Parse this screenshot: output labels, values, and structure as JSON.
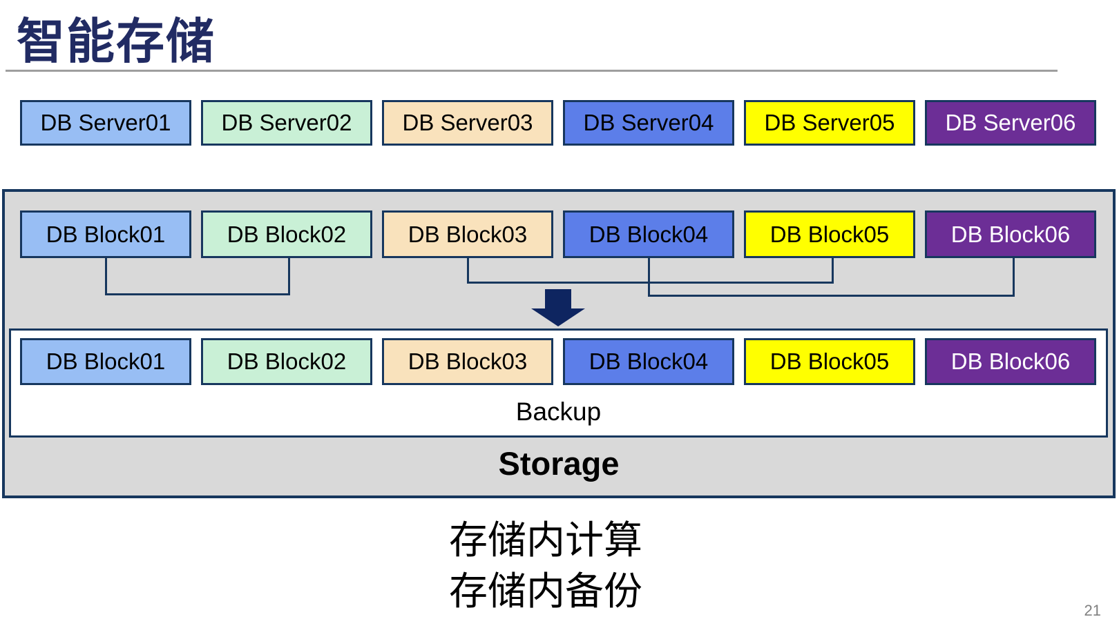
{
  "slide": {
    "title": "智能存储",
    "backup_label": "Backup",
    "storage_label": "Storage",
    "caption_lines": [
      "存储内计算",
      "存储内备份"
    ],
    "page_number": "21"
  },
  "colors": {
    "title": "#212B63",
    "shape_border": "#17375E",
    "arrow": "#0E2560",
    "container_fill": "#D9D9D9",
    "rule": "#9E9E9E",
    "page_number": "#808080"
  },
  "server_row": {
    "items": [
      {
        "name": "db-server01-box",
        "label": "DB Server01",
        "fill": "#98BEF4",
        "text": "#000000"
      },
      {
        "name": "db-server02-box",
        "label": "DB Server02",
        "fill": "#C9F0D6",
        "text": "#000000"
      },
      {
        "name": "db-server03-box",
        "label": "DB Server03",
        "fill": "#F9E2BC",
        "text": "#000000"
      },
      {
        "name": "db-server04-box",
        "label": "DB Server04",
        "fill": "#5C7EE9",
        "text": "#000000"
      },
      {
        "name": "db-server05-box",
        "label": "DB Server05",
        "fill": "#FFFF00",
        "text": "#000000"
      },
      {
        "name": "db-server06-box",
        "label": "DB Server06",
        "fill": "#6C2E96",
        "text": "#FFFFFF"
      }
    ]
  },
  "block_row_top": {
    "items": [
      {
        "name": "db-block01-source-box",
        "label": "DB Block01",
        "fill": "#98BEF4",
        "text": "#000000"
      },
      {
        "name": "db-block02-source-box",
        "label": "DB Block02",
        "fill": "#C9F0D6",
        "text": "#000000"
      },
      {
        "name": "db-block03-source-box",
        "label": "DB Block03",
        "fill": "#F9E2BC",
        "text": "#000000"
      },
      {
        "name": "db-block04-source-box",
        "label": "DB Block04",
        "fill": "#5C7EE9",
        "text": "#000000"
      },
      {
        "name": "db-block05-source-box",
        "label": "DB Block05",
        "fill": "#FFFF00",
        "text": "#000000"
      },
      {
        "name": "db-block06-source-box",
        "label": "DB Block06",
        "fill": "#6C2E96",
        "text": "#FFFFFF"
      }
    ]
  },
  "block_row_bottom": {
    "items": [
      {
        "name": "db-block01-backup-box",
        "label": "DB Block01",
        "fill": "#98BEF4",
        "text": "#000000"
      },
      {
        "name": "db-block02-backup-box",
        "label": "DB Block02",
        "fill": "#C9F0D6",
        "text": "#000000"
      },
      {
        "name": "db-block03-backup-box",
        "label": "DB Block03",
        "fill": "#F9E2BC",
        "text": "#000000"
      },
      {
        "name": "db-block04-backup-box",
        "label": "DB Block04",
        "fill": "#5C7EE9",
        "text": "#000000"
      },
      {
        "name": "db-block05-backup-box",
        "label": "DB Block05",
        "fill": "#FFFF00",
        "text": "#000000"
      },
      {
        "name": "db-block06-backup-box",
        "label": "DB Block06",
        "fill": "#6C2E96",
        "text": "#FFFFFF"
      }
    ]
  }
}
